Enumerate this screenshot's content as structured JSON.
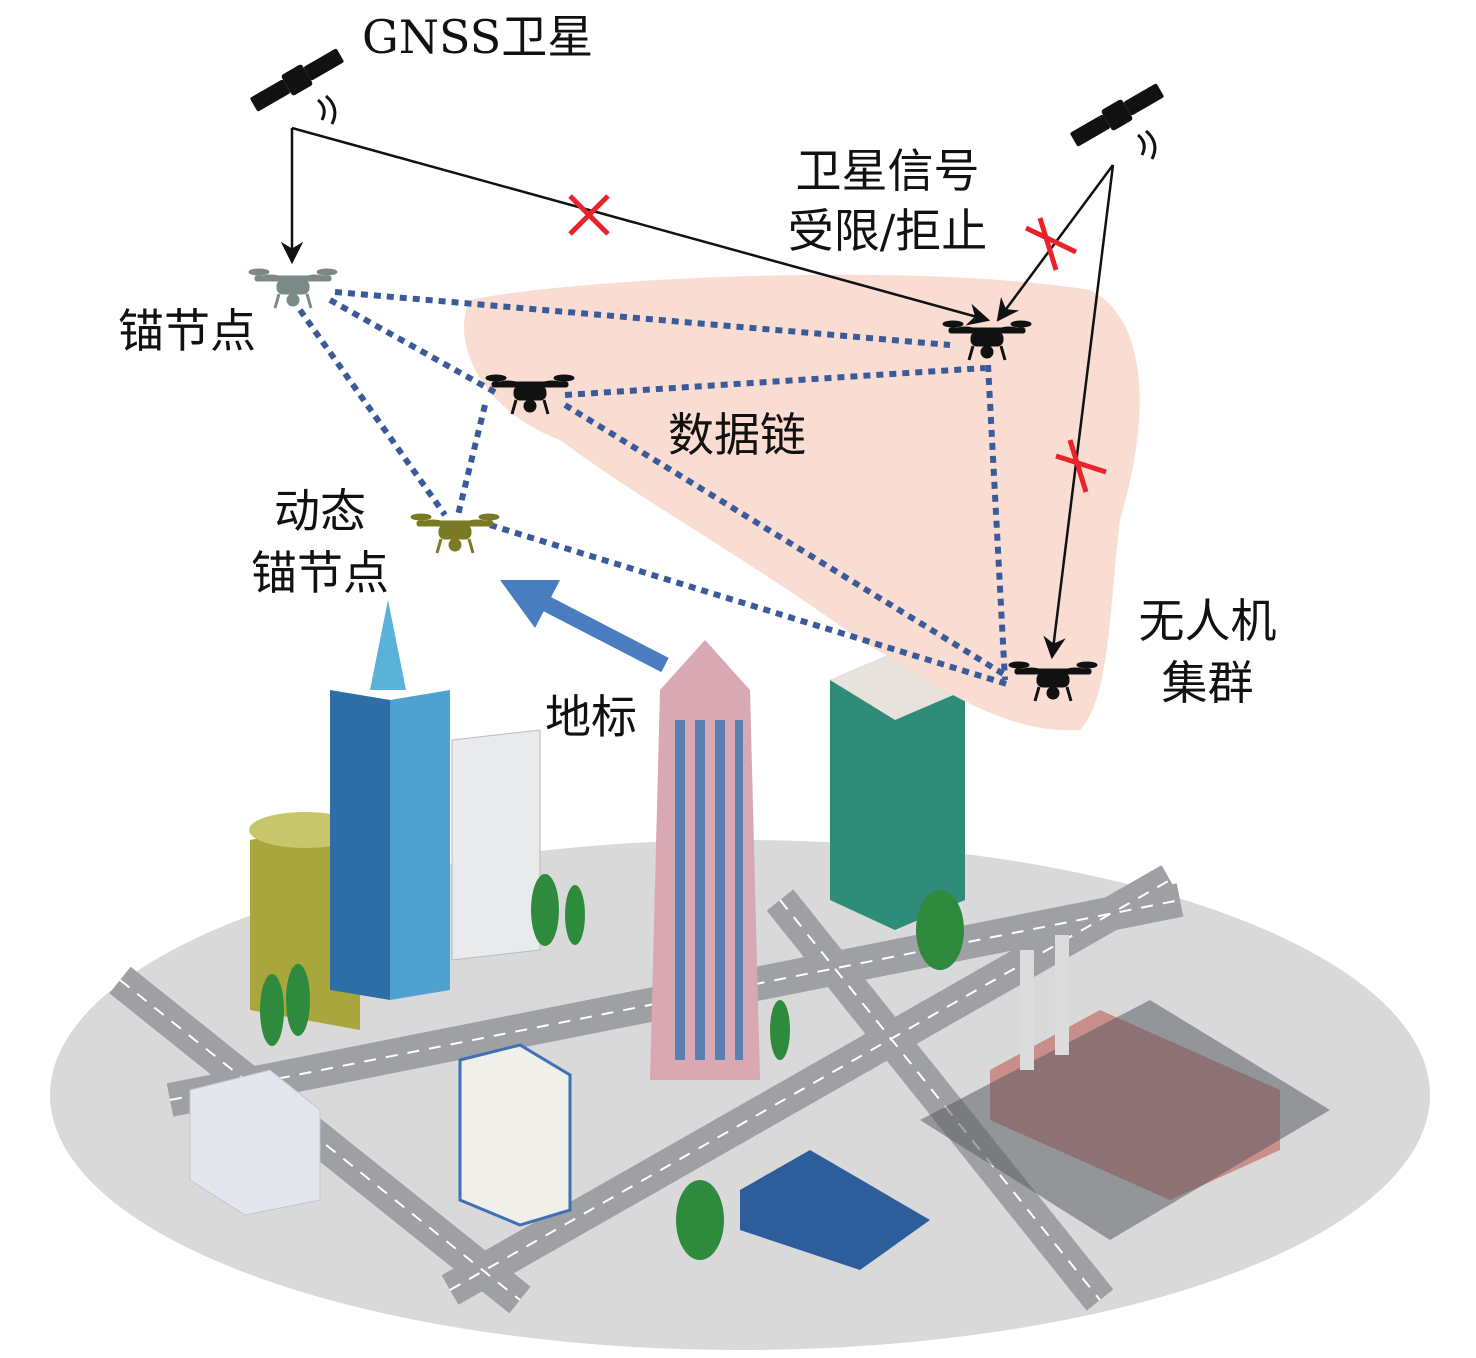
{
  "labels": {
    "gnss": "GNSS卫星",
    "signal_line1": "卫星信号",
    "signal_line2": "受限/拒止",
    "anchor": "锚节点",
    "datalink": "数据链",
    "dynamic_line1": "动态",
    "dynamic_line2": "锚节点",
    "swarm_line1": "无人机",
    "swarm_line2": "集群",
    "landmark": "地标"
  },
  "colors": {
    "blocked_mark": "#e8232a",
    "datalink": "#3b5a9a",
    "swarm_region": "#f9ddd3",
    "landmark_arrow": "#4a7cc0",
    "ground": "#d9d9da"
  }
}
